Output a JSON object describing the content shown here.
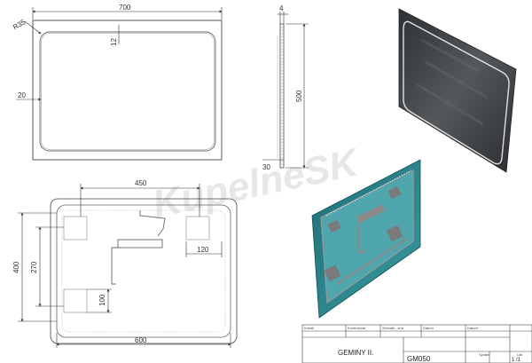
{
  "drawing": {
    "front_view": {
      "width": "700",
      "corner_radius": "R35",
      "led_offset_top": "12",
      "led_offset_side": "20"
    },
    "side_view": {
      "thickness": "4",
      "height": "500",
      "depth": "30"
    },
    "rear_view": {
      "top_span": "450",
      "height_outer": "400",
      "height_inner": "270",
      "module_width": "120",
      "module_height": "100",
      "bottom_span": "600"
    },
    "watermark": "KupelneSK"
  },
  "title_block": {
    "labels": {
      "drawn": "Kreslil",
      "checked": "Kontroloval",
      "approved": "Schválil - zná",
      "date1": "Dátum",
      "date2": "Dátum",
      "issue": "Vydání",
      "sheet": "List"
    },
    "product_name": "GEMINY II.",
    "product_code": "GM050",
    "sheet_number": "1 /1"
  },
  "colors": {
    "line": "#333333",
    "mirror_dark": "#3a3d40",
    "render_teal": "#2b7f86",
    "led": "#f2f2f2"
  }
}
